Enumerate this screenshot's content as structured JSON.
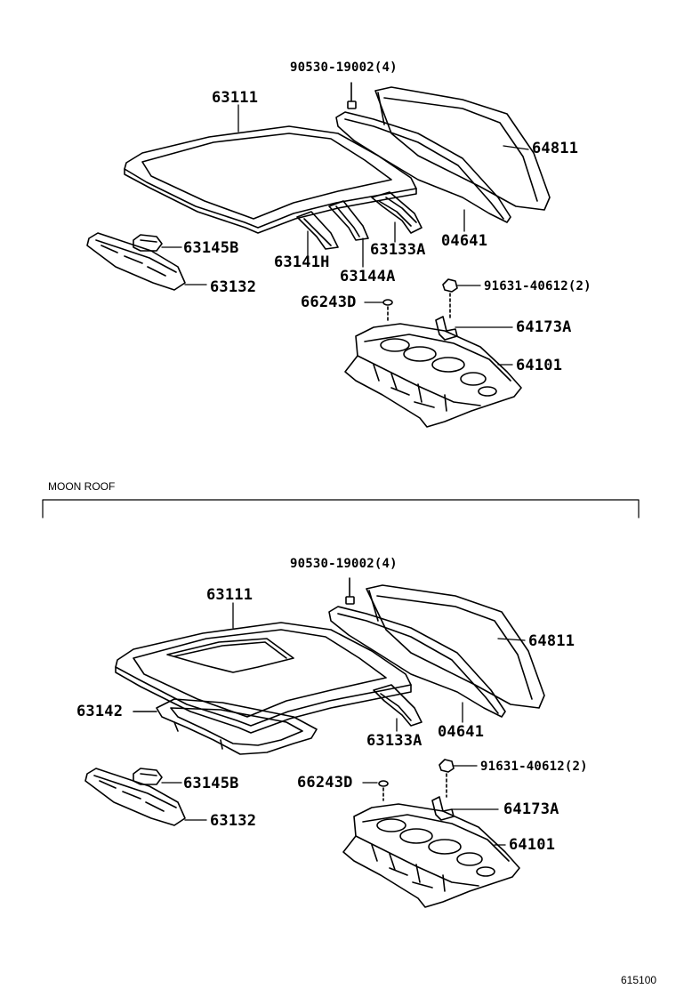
{
  "top": {
    "labels": {
      "p90530": "90530-19002(4)",
      "p63111": "63111",
      "p64811": "64811",
      "p63145B": "63145B",
      "p63141H": "63141H",
      "p63133A": "63133A",
      "p04641": "04641",
      "p63144A": "63144A",
      "p63132": "63132",
      "p91631": "91631-40612(2)",
      "p66243D": "66243D",
      "p64173A": "64173A",
      "p64101": "64101"
    }
  },
  "section_title": "MOON ROOF",
  "bottom": {
    "labels": {
      "p90530": "90530-19002(4)",
      "p63111": "63111",
      "p64811": "64811",
      "p63142": "63142",
      "p63133A": "63133A",
      "p04641": "04641",
      "p63145B": "63145B",
      "p91631": "91631-40612(2)",
      "p66243D": "66243D",
      "p64173A": "64173A",
      "p63132": "63132",
      "p64101": "64101"
    }
  },
  "diagram_code": "615100"
}
